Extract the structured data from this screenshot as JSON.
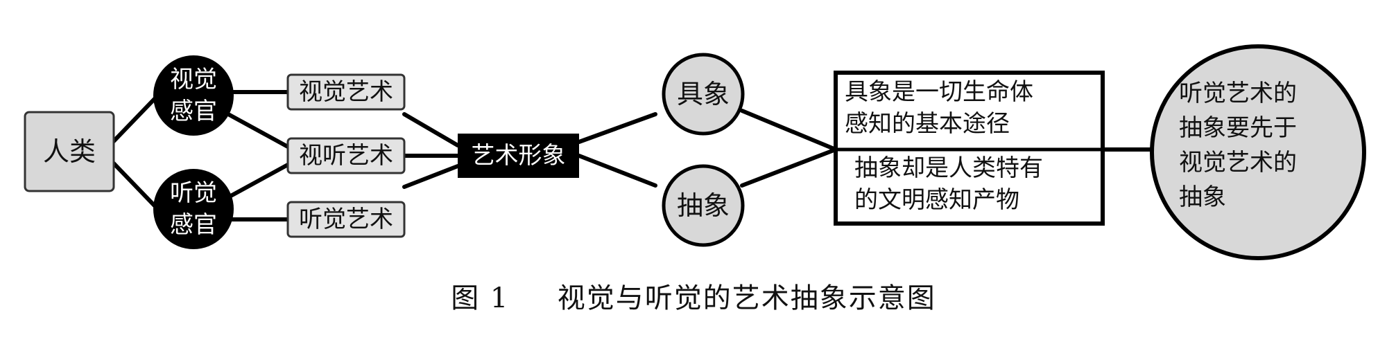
{
  "nodes": {
    "human": "人类",
    "visual_sense": {
      "line1": "视觉",
      "line2": "感官"
    },
    "auditory_sense": {
      "line1": "听觉",
      "line2": "感官"
    },
    "visual_art": "视觉艺术",
    "audiovisual_art": "视听艺术",
    "auditory_art": "听觉艺术",
    "art_image": "艺术形象",
    "concrete": "具象",
    "abstract": "抽象",
    "concrete_desc": {
      "line1": "具象是一切生命体",
      "line2": "感知的基本途径"
    },
    "abstract_desc": {
      "line1": "抽象却是人类特有",
      "line2": "的文明感知产物"
    },
    "conclusion": {
      "line1": "听觉艺术的",
      "line2": "抽象要先于",
      "line3": "视觉艺术的",
      "line4": "抽象"
    }
  },
  "caption": {
    "label": "图 1",
    "text": "视觉与听觉的艺术抽象示意图"
  },
  "colors": {
    "node_gray": "#d8d8d8",
    "node_black": "#000000",
    "line": "#000000"
  }
}
